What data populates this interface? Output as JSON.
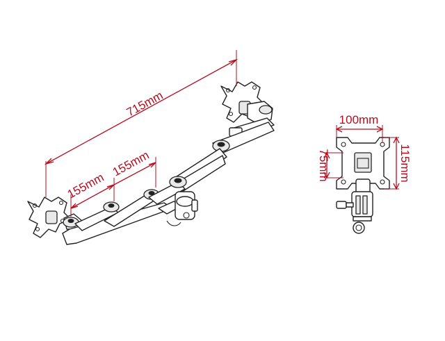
{
  "dimensions": {
    "overall_width": "715mm",
    "arm_segment_1": "155mm",
    "arm_segment_2": "155mm",
    "vesa_width": "100mm",
    "vesa_hole_spacing": "75mm",
    "vesa_height": "115mm"
  },
  "colors": {
    "dimension": "#b50d1e",
    "outline": "#222222",
    "background": "#ffffff"
  }
}
